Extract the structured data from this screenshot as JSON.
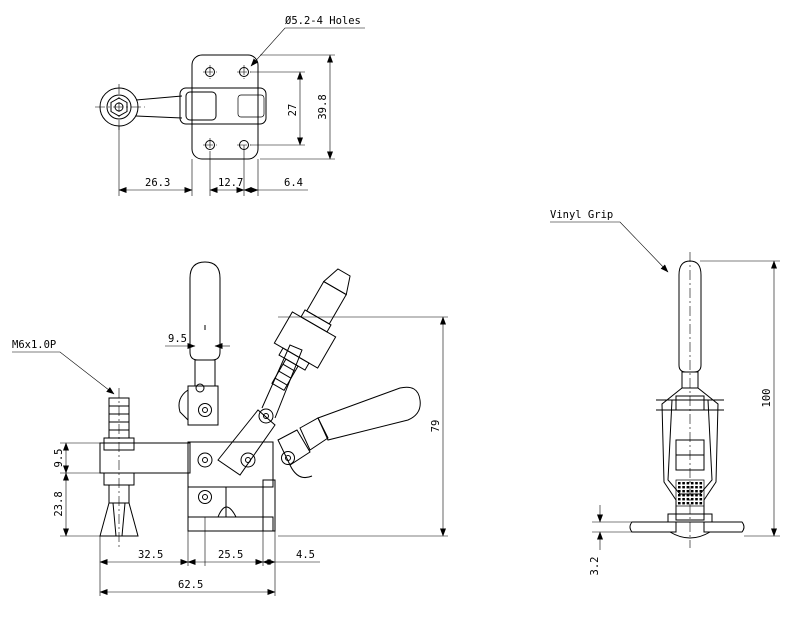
{
  "callouts": {
    "holes": "Ø5.2-4 Holes",
    "thread": "M6x1.0P",
    "grip": "Vinyl Grip"
  },
  "dimensions": {
    "top_view": {
      "d1": "26.3",
      "d2": "12.7",
      "d3": "6.4",
      "d4": "27",
      "d5": "39.8"
    },
    "front_view": {
      "d1": "9.5",
      "d2": "9.5",
      "d3": "23.8",
      "d4": "32.5",
      "d5": "25.5",
      "d6": "4.5",
      "d7": "62.5",
      "d8": "79"
    },
    "side_view": {
      "d1": "100",
      "d2": "3.2"
    }
  }
}
